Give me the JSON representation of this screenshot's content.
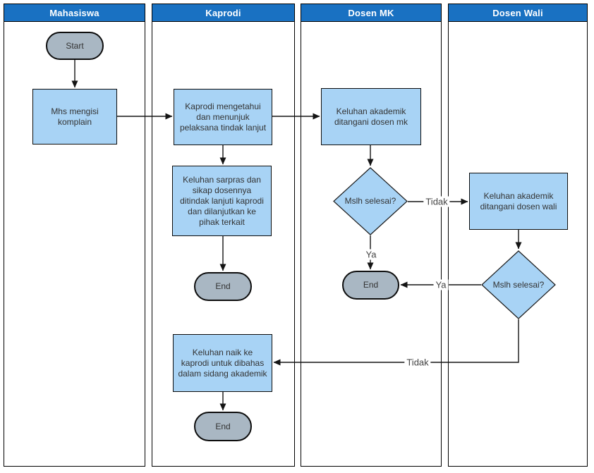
{
  "diagram": {
    "type": "swimlane-flowchart",
    "colors": {
      "lane_header_bg": "#1971c2",
      "lane_header_text": "#ffffff",
      "process_fill": "#a8d3f5",
      "process_border": "#0d0d0d",
      "decision_fill": "#a8d3f5",
      "decision_border": "#1a1a1a",
      "terminal_fill": "#a9b7c3",
      "terminal_border": "#0d0d0d",
      "edge_color": "#141414",
      "background": "#ffffff"
    },
    "lanes": [
      {
        "id": "mahasiswa",
        "label": "Mahasiswa"
      },
      {
        "id": "kaprodi",
        "label": "Kaprodi"
      },
      {
        "id": "dosen-mk",
        "label": "Dosen MK"
      },
      {
        "id": "dosen-wali",
        "label": "Dosen Wali"
      }
    ],
    "nodes": [
      {
        "id": "start",
        "type": "terminal",
        "lane": "Mahasiswa",
        "label": "Start"
      },
      {
        "id": "mhs-mengisi-komplain",
        "type": "process",
        "lane": "Mahasiswa",
        "label": "Mhs mengisi komplain"
      },
      {
        "id": "kaprodi-menunjuk",
        "type": "process",
        "lane": "Kaprodi",
        "label": "Kaprodi mengetahui dan menunjuk pelaksana tindak lanjut"
      },
      {
        "id": "keluhan-sarpras",
        "type": "process",
        "lane": "Kaprodi",
        "label": "Keluhan sarpras dan sikap dosennya ditindak lanjuti kaprodi dan dilanjutkan ke pihak terkait"
      },
      {
        "id": "end-kaprodi-1",
        "type": "terminal",
        "lane": "Kaprodi",
        "label": "End"
      },
      {
        "id": "keluhan-naik-sidang",
        "type": "process",
        "lane": "Kaprodi",
        "label": "Keluhan naik ke kaprodi untuk dibahas dalam sidang akademik"
      },
      {
        "id": "end-kaprodi-2",
        "type": "terminal",
        "lane": "Kaprodi",
        "label": "End"
      },
      {
        "id": "keluhan-dosen-mk",
        "type": "process",
        "lane": "Dosen MK",
        "label": "Keluhan akademik ditangani dosen mk"
      },
      {
        "id": "mslh-selesai-mk",
        "type": "decision",
        "lane": "Dosen MK",
        "label": "Mslh selesai?"
      },
      {
        "id": "end-dosen-mk",
        "type": "terminal",
        "lane": "Dosen MK",
        "label": "End"
      },
      {
        "id": "keluhan-dosen-wali",
        "type": "process",
        "lane": "Dosen Wali",
        "label": "Keluhan akademik ditangani dosen wali"
      },
      {
        "id": "mslh-selesai-wali",
        "type": "decision",
        "lane": "Dosen Wali",
        "label": "Mslh selesai?"
      }
    ],
    "edges": [
      {
        "from": "start",
        "to": "mhs-mengisi-komplain",
        "label": ""
      },
      {
        "from": "mhs-mengisi-komplain",
        "to": "kaprodi-menunjuk",
        "label": ""
      },
      {
        "from": "kaprodi-menunjuk",
        "to": "keluhan-dosen-mk",
        "label": ""
      },
      {
        "from": "kaprodi-menunjuk",
        "to": "keluhan-sarpras",
        "label": ""
      },
      {
        "from": "keluhan-sarpras",
        "to": "end-kaprodi-1",
        "label": ""
      },
      {
        "from": "keluhan-dosen-mk",
        "to": "mslh-selesai-mk",
        "label": ""
      },
      {
        "from": "mslh-selesai-mk",
        "to": "keluhan-dosen-wali",
        "label": "Tidak"
      },
      {
        "from": "mslh-selesai-mk",
        "to": "end-dosen-mk",
        "label": "Ya"
      },
      {
        "from": "keluhan-dosen-wali",
        "to": "mslh-selesai-wali",
        "label": ""
      },
      {
        "from": "mslh-selesai-wali",
        "to": "end-dosen-mk",
        "label": "Ya"
      },
      {
        "from": "mslh-selesai-wali",
        "to": "keluhan-naik-sidang",
        "label": "Tidak"
      },
      {
        "from": "keluhan-naik-sidang",
        "to": "end-kaprodi-2",
        "label": ""
      }
    ]
  }
}
